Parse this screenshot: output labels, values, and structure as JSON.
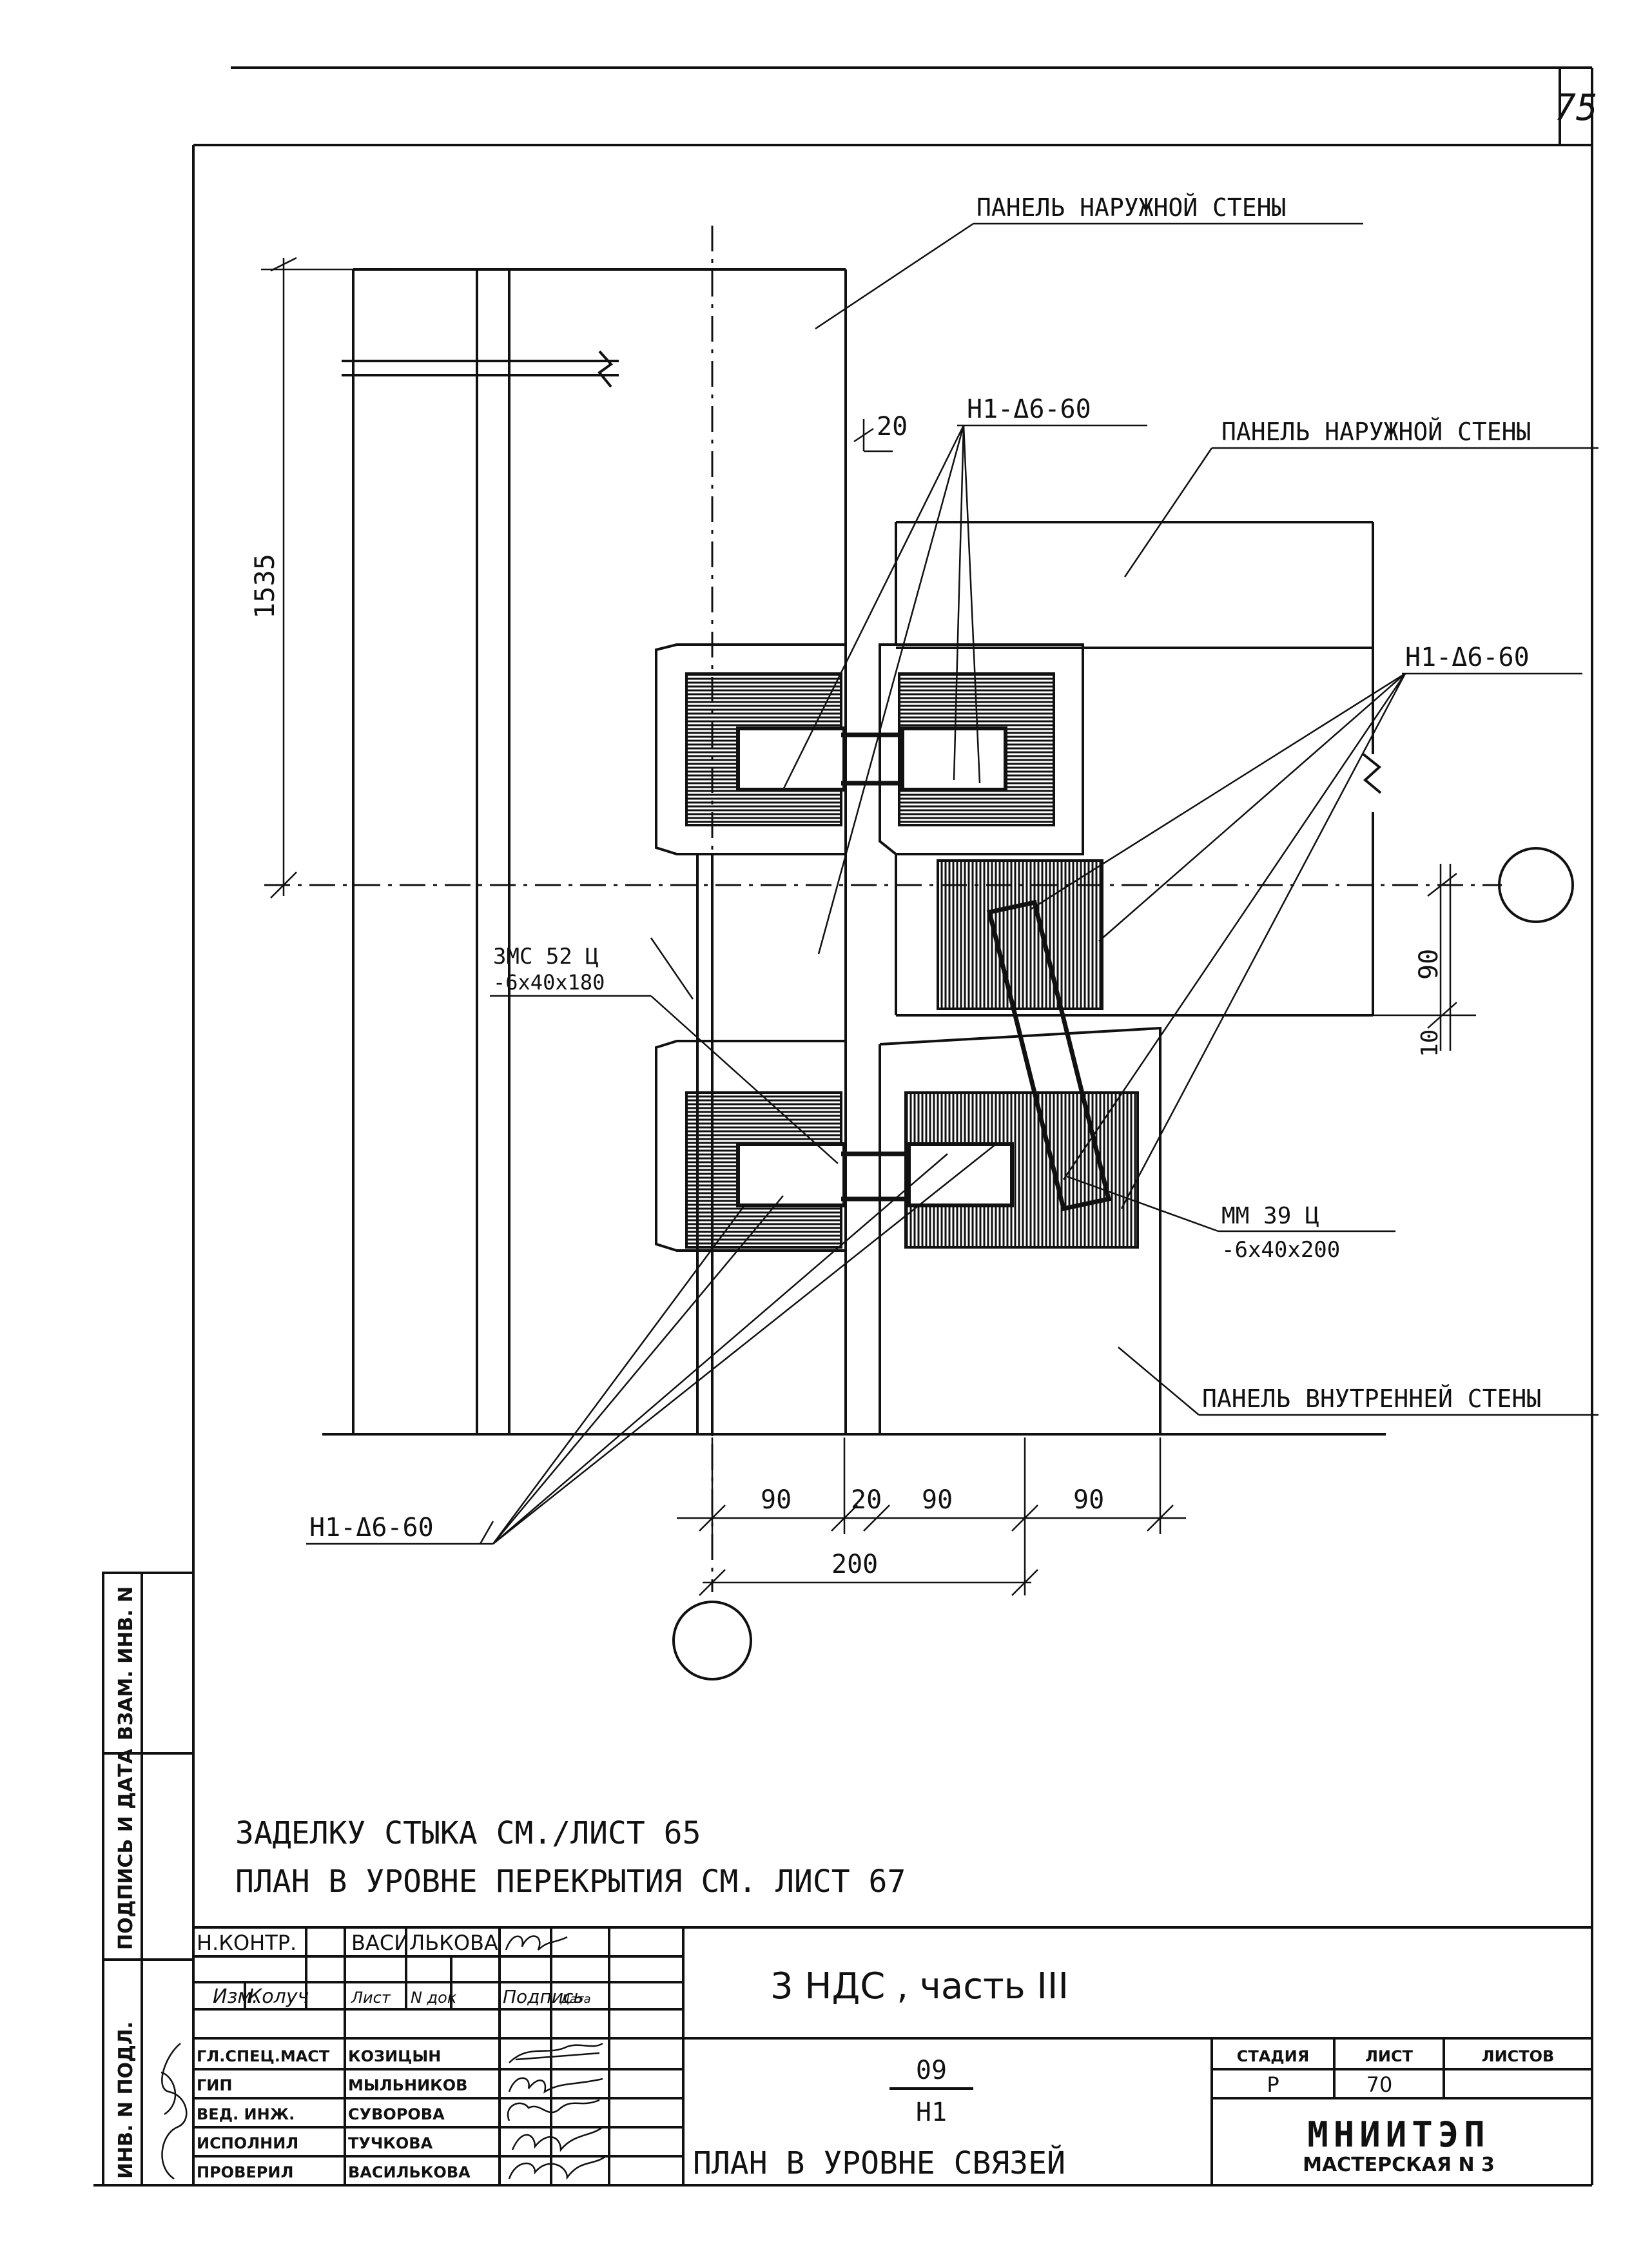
{
  "sheet_number": "75",
  "labels": {
    "panel_outer_1": "ПАНЕЛЬ НАРУЖНОЙ СТЕНЫ",
    "panel_outer_2": "ПАНЕЛЬ НАРУЖНОЙ СТЕНЫ",
    "panel_inner": "ПАНЕЛЬ ВНУТРЕННЕЙ СТЕНЫ",
    "h1_top": "Н1-Δ6-60",
    "h1_right": "Н1-Δ6-60",
    "h1_bottom": "Н1-Δ6-60",
    "mc_line1": "ЗМС 52 Ц",
    "mc_line2": "-6х40х180",
    "mm_line1": "ММ 39 Ц",
    "mm_line2": "-6х40х200"
  },
  "dimensions": {
    "d1535": "1535",
    "d20_top": "20",
    "d90_right": "90",
    "d10": "10",
    "d90_a": "90",
    "d20_b": "20",
    "d90_b": "90",
    "d90_c": "90",
    "d200": "200"
  },
  "notes": {
    "line1": "ЗАДЕЛКУ СТЫКА СМ./ЛИСТ 65",
    "line2": "ПЛАН В УРОВНЕ ПЕРЕКРЫТИЯ СМ. ЛИСТ 67"
  },
  "side_stamps": {
    "vzam": "ВЗАМ. ИНВ. N",
    "podpis": "ПОДПИСЬ И ДАТА",
    "inv_podl": "ИНВ. N ПОДЛ."
  },
  "title_block": {
    "nkontr_label": "Н.КОНТР.",
    "nkontr_name": "ВАСИЛЬКОВА",
    "head_izm": "Изм.",
    "head_koluch": "Колуч",
    "head_list": "Лист",
    "head_ndok": "N док",
    "head_podpis": "Подпись",
    "head_data": "Дата",
    "roles": [
      {
        "role": "ГЛ.СПЕЦ.МАСТ",
        "name": "КОЗИЦЫН"
      },
      {
        "role": "ГИП",
        "name": "МЫЛЬНИКОВ"
      },
      {
        "role": "ВЕД. ИНЖ.",
        "name": "СУВОРОВА"
      },
      {
        "role": "ИСПОЛНИЛ",
        "name": "ТУЧКОВА"
      },
      {
        "role": "ПРОВЕРИЛ",
        "name": "ВАСИЛЬКОВА"
      }
    ],
    "project": "3 НДС , часть III",
    "code_top": "09",
    "code_bottom": "Н1",
    "sheet_title": "ПЛАН В УРОВНЕ СВЯЗЕЙ",
    "stage_label": "СТАДИЯ",
    "list_label": "ЛИСТ",
    "listov_label": "ЛИСТОВ",
    "stage_value": "Р",
    "list_value": "70",
    "org": "МНИИТЭП",
    "workshop": "МАСТЕРСКАЯ N 3"
  },
  "colors": {
    "ink": "#111111",
    "paper": "#ffffff"
  }
}
